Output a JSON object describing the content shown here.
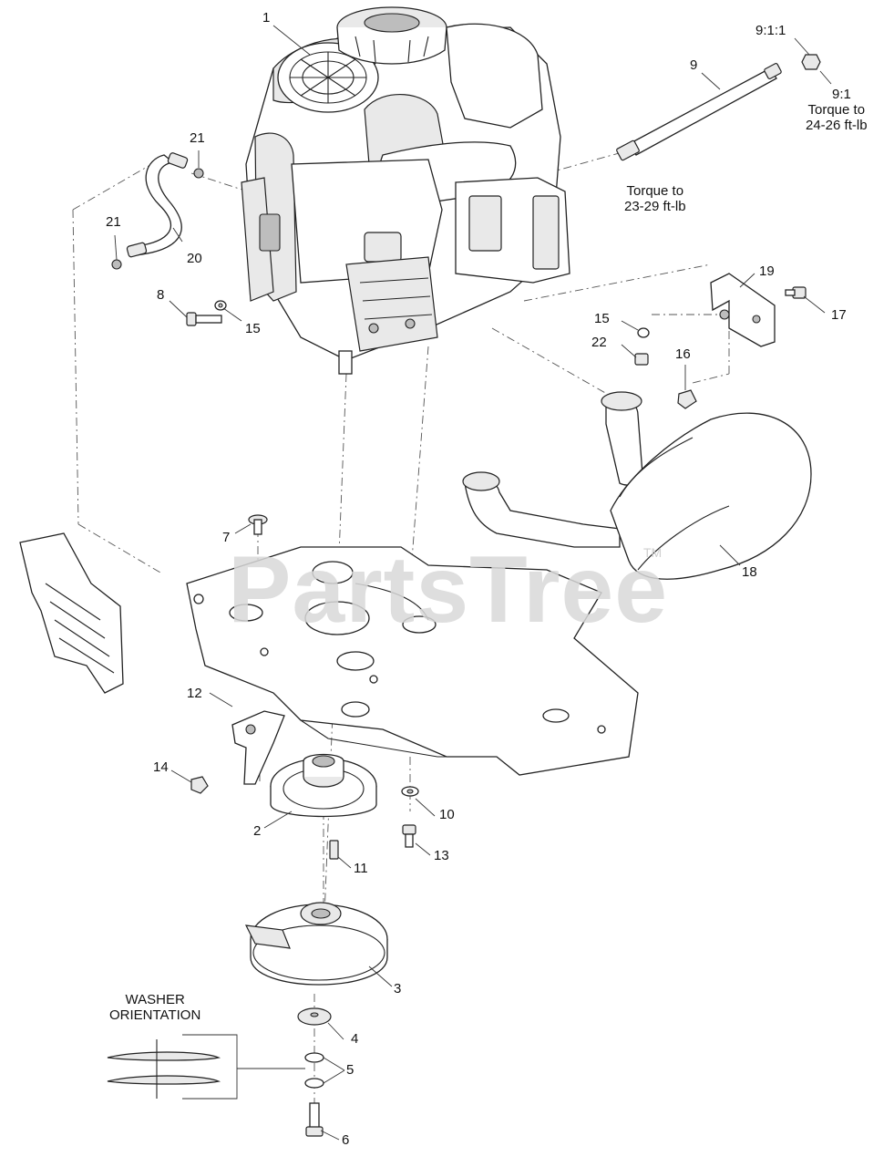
{
  "watermark": {
    "text": "PartsTree",
    "tm": "TM"
  },
  "callouts": [
    {
      "id": "1",
      "label": "1"
    },
    {
      "id": "9_1_1",
      "label": "9:1:1"
    },
    {
      "id": "9",
      "label": "9"
    },
    {
      "id": "9_1",
      "label": "9:1"
    },
    {
      "id": "21a",
      "label": "21"
    },
    {
      "id": "21b",
      "label": "21"
    },
    {
      "id": "20",
      "label": "20"
    },
    {
      "id": "8",
      "label": "8"
    },
    {
      "id": "15a",
      "label": "15"
    },
    {
      "id": "19",
      "label": "19"
    },
    {
      "id": "17",
      "label": "17"
    },
    {
      "id": "15b",
      "label": "15"
    },
    {
      "id": "22",
      "label": "22"
    },
    {
      "id": "16",
      "label": "16"
    },
    {
      "id": "7",
      "label": "7"
    },
    {
      "id": "18",
      "label": "18"
    },
    {
      "id": "12",
      "label": "12"
    },
    {
      "id": "14",
      "label": "14"
    },
    {
      "id": "10",
      "label": "10"
    },
    {
      "id": "2",
      "label": "2"
    },
    {
      "id": "11",
      "label": "11"
    },
    {
      "id": "13",
      "label": "13"
    },
    {
      "id": "3",
      "label": "3"
    },
    {
      "id": "4",
      "label": "4"
    },
    {
      "id": "5",
      "label": "5"
    },
    {
      "id": "6",
      "label": "6"
    }
  ],
  "notes": {
    "torque_9_1": {
      "line1": "Torque to",
      "line2": "24-26 ft-lb"
    },
    "torque_9": {
      "line1": "Torque to",
      "line2": "23-29 ft-lb"
    },
    "washer": {
      "line1": "WASHER",
      "line2": "ORIENTATION"
    }
  }
}
